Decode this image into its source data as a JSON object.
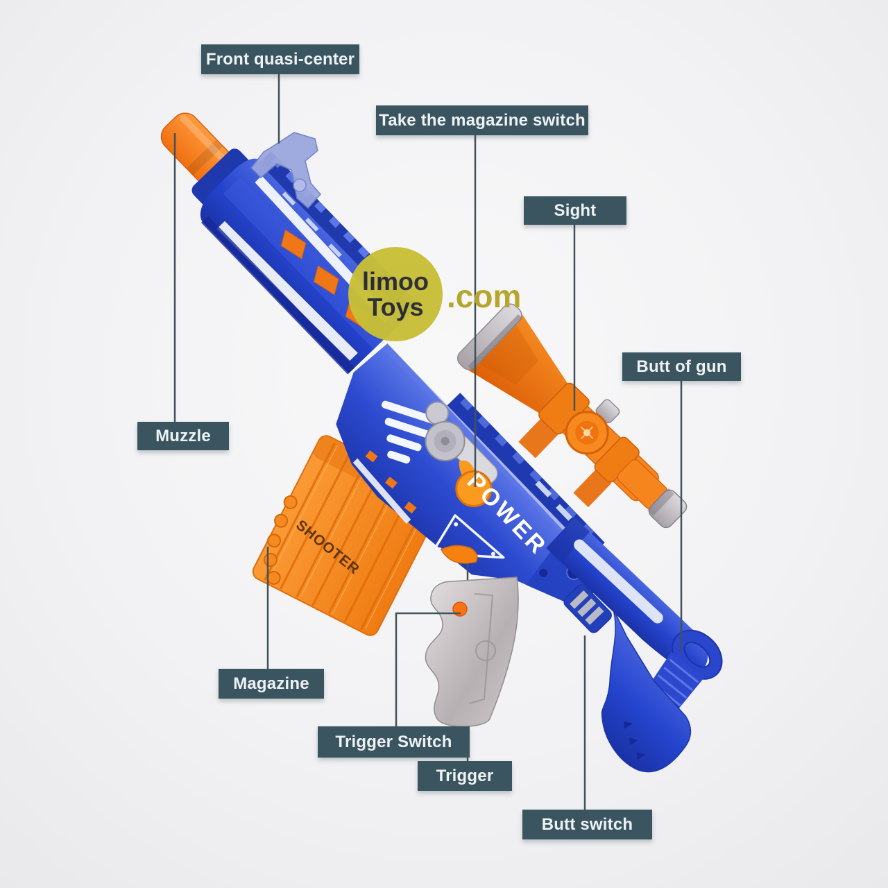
{
  "diagram": {
    "watermark": {
      "circle_line1": "limoo",
      "circle_line2": "Toys",
      "domain_suffix": ".com"
    },
    "gun_markings": {
      "power": "POWER",
      "shooter": "SHOOTER"
    },
    "part_labels": [
      {
        "id": "front-quasi-center",
        "text": "Front quasi-center"
      },
      {
        "id": "take-magazine-switch",
        "text": "Take the magazine switch"
      },
      {
        "id": "sight",
        "text": "Sight"
      },
      {
        "id": "butt-of-gun",
        "text": "Butt of gun"
      },
      {
        "id": "muzzle",
        "text": "Muzzle"
      },
      {
        "id": "magazine",
        "text": "Magazine"
      },
      {
        "id": "trigger-switch",
        "text": "Trigger Switch"
      },
      {
        "id": "trigger",
        "text": "Trigger"
      },
      {
        "id": "butt-switch",
        "text": "Butt switch"
      }
    ],
    "colors": {
      "background": "#f1f1f3",
      "label_background": "#3a5560",
      "label_text": "#eef2f4",
      "leader_line": "#42525a",
      "gun_blue": "#2946cc",
      "gun_blue_dark": "#1d34a8",
      "gun_orange": "#f5821c",
      "muzzle_orange": "#f26c18",
      "grip_silver": "#c5bfc2",
      "logo_circle_yellow": "#c8bf37",
      "logo_com_yellow": "#b5a72c",
      "shooter_text": "#5f3407",
      "power_text": "#ffffff"
    }
  }
}
